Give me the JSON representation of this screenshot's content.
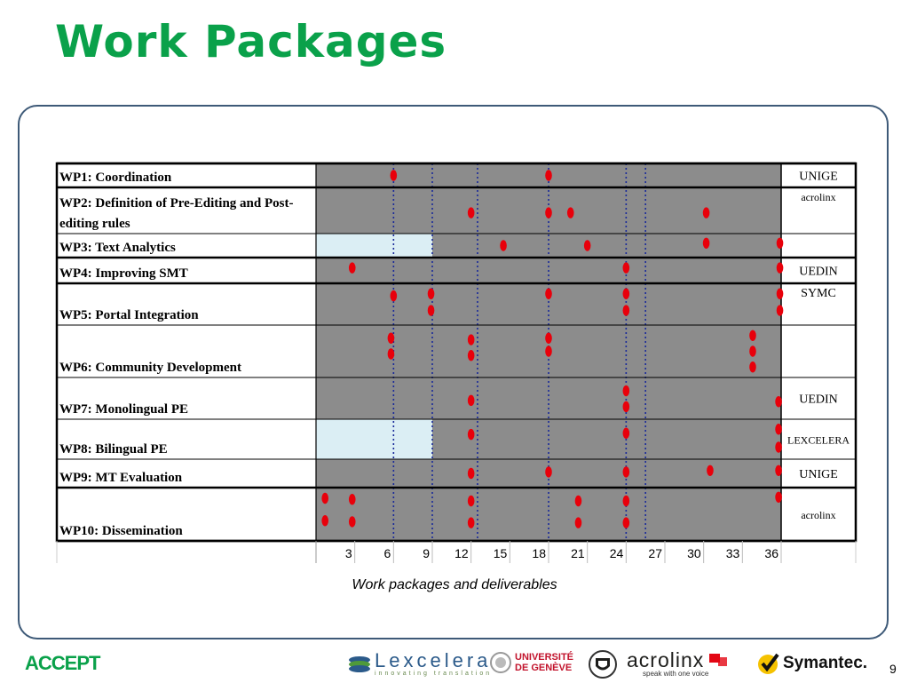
{
  "slide": {
    "title": "Work Packages",
    "caption": "Work packages and deliverables",
    "page_number": "9"
  },
  "colors": {
    "title": "#0aa14a",
    "frame": "#3e5a78",
    "bar": "#8c8c8c",
    "inactive": "#dbeef4",
    "milestone": "#e8000b",
    "dotted": "#1a2a9a"
  },
  "chart_data": {
    "type": "table",
    "x_ticks": [
      3,
      6,
      9,
      12,
      15,
      18,
      21,
      24,
      27,
      30,
      33,
      36
    ],
    "xlim": [
      0,
      36
    ],
    "milestone_months": [
      6,
      9,
      12.5,
      18,
      24,
      25.5
    ],
    "rows": [
      {
        "label": "WP1: Coordination",
        "inactive": null,
        "deliverables": [
          [
            6,
            0.5
          ],
          [
            18,
            0.5
          ]
        ]
      },
      {
        "label": "WP2: Definition of Pre-Editing and Post-editing rules",
        "inactive": null,
        "deliverables": [
          [
            12,
            0.55
          ],
          [
            18,
            0.55
          ],
          [
            19.7,
            0.55
          ],
          [
            30.2,
            0.55
          ]
        ]
      },
      {
        "label": "WP3: Text Analytics",
        "inactive": [
          0,
          9
        ],
        "deliverables": [
          [
            14.5,
            0.5
          ],
          [
            21,
            0.5
          ],
          [
            30.2,
            0.4
          ],
          [
            35.9,
            0.4
          ]
        ]
      },
      {
        "label": "WP4: Improving SMT",
        "inactive": null,
        "deliverables": [
          [
            2.8,
            0.4
          ],
          [
            24,
            0.4
          ],
          [
            35.9,
            0.4
          ]
        ]
      },
      {
        "label": "WP5: Portal Integration",
        "inactive": null,
        "deliverables": [
          [
            6,
            0.3
          ],
          [
            8.9,
            0.25
          ],
          [
            8.9,
            0.65
          ],
          [
            18,
            0.25
          ],
          [
            24,
            0.25
          ],
          [
            24,
            0.65
          ],
          [
            35.9,
            0.25
          ],
          [
            35.9,
            0.65
          ]
        ]
      },
      {
        "label": "WP6: Community Development",
        "inactive": null,
        "deliverables": [
          [
            5.8,
            0.25
          ],
          [
            5.8,
            0.55
          ],
          [
            12,
            0.28
          ],
          [
            12,
            0.58
          ],
          [
            18,
            0.25
          ],
          [
            18,
            0.5
          ],
          [
            33.8,
            0.2
          ],
          [
            33.8,
            0.5
          ],
          [
            33.8,
            0.8
          ]
        ]
      },
      {
        "label": "WP7: Monolingual PE",
        "inactive": null,
        "deliverables": [
          [
            12,
            0.55
          ],
          [
            24,
            0.32
          ],
          [
            24,
            0.7
          ],
          [
            35.8,
            0.58
          ]
        ]
      },
      {
        "label": "WP8: Bilingual PE",
        "inactive": [
          0,
          9
        ],
        "deliverables": [
          [
            12,
            0.38
          ],
          [
            24,
            0.35
          ],
          [
            35.8,
            0.25
          ],
          [
            35.8,
            0.7
          ]
        ]
      },
      {
        "label": "WP9: MT Evaluation",
        "inactive": null,
        "deliverables": [
          [
            12,
            0.5
          ],
          [
            18,
            0.45
          ],
          [
            24,
            0.45
          ],
          [
            30.5,
            0.4
          ],
          [
            35.8,
            0.4
          ]
        ]
      },
      {
        "label": "WP10: Dissemination",
        "inactive": null,
        "deliverables": [
          [
            0.7,
            0.2
          ],
          [
            0.7,
            0.62
          ],
          [
            2.8,
            0.22
          ],
          [
            2.8,
            0.64
          ],
          [
            12,
            0.25
          ],
          [
            12,
            0.66
          ],
          [
            20.3,
            0.25
          ],
          [
            20.3,
            0.66
          ],
          [
            24,
            0.25
          ],
          [
            24,
            0.66
          ],
          [
            35.8,
            0.18
          ]
        ]
      }
    ],
    "leaders": [
      {
        "label": "UNIGE",
        "rows": [
          0,
          0
        ]
      },
      {
        "label": "acrolinx",
        "rows": [
          1,
          2
        ]
      },
      {
        "label": "UEDIN",
        "rows": [
          3,
          3
        ]
      },
      {
        "label": "SYMC",
        "rows": [
          4,
          5
        ]
      },
      {
        "label": "UEDIN",
        "rows": [
          6,
          6
        ]
      },
      {
        "label": "LEXCELERA",
        "rows": [
          7,
          7
        ]
      },
      {
        "label": "UNIGE",
        "rows": [
          8,
          8
        ]
      },
      {
        "label": "acrolinx",
        "rows": [
          9,
          9
        ]
      }
    ]
  },
  "footer": {
    "accept": "ACCEPT",
    "lexcelera_name": "Lexcelera",
    "lexcelera_tagline": "innovating translation",
    "unige_line1": "UNIVERSITÉ",
    "unige_line2": "DE GENÈVE",
    "acrolinx_name": "acrolinx",
    "acrolinx_tagline": "speak with one voice",
    "symantec_name": "Symantec."
  }
}
